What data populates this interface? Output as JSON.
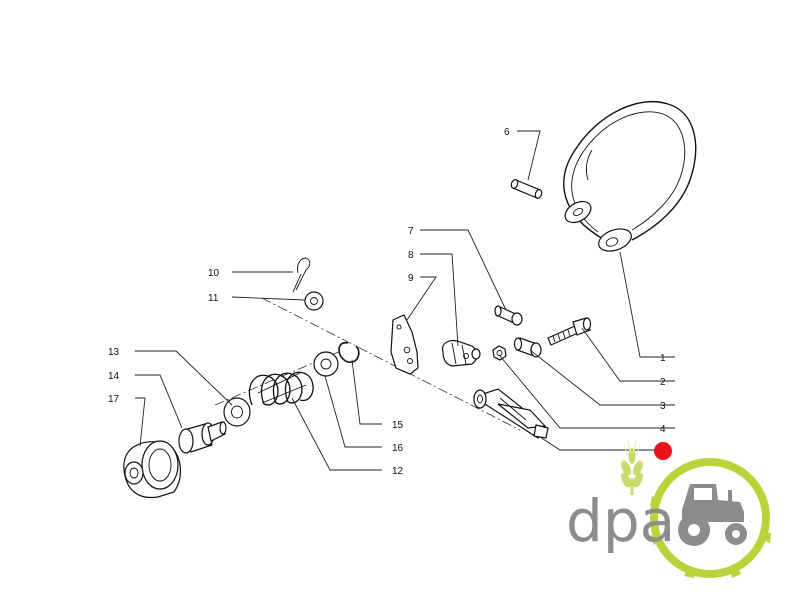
{
  "diagram": {
    "callouts": [
      {
        "id": "1",
        "label": "1"
      },
      {
        "id": "2",
        "label": "2"
      },
      {
        "id": "3",
        "label": "3"
      },
      {
        "id": "4",
        "label": "4"
      },
      {
        "id": "6",
        "label": "6"
      },
      {
        "id": "7",
        "label": "7"
      },
      {
        "id": "8",
        "label": "8"
      },
      {
        "id": "9",
        "label": "9"
      },
      {
        "id": "10",
        "label": "10"
      },
      {
        "id": "11",
        "label": "11"
      },
      {
        "id": "12",
        "label": "12"
      },
      {
        "id": "13",
        "label": "13"
      },
      {
        "id": "14",
        "label": "14"
      },
      {
        "id": "15",
        "label": "15"
      },
      {
        "id": "16",
        "label": "16"
      },
      {
        "id": "17",
        "label": "17"
      }
    ],
    "marker_color": "#e8141c"
  },
  "watermark": {
    "logo_text": "dpa",
    "text_color": "#8c8c8c",
    "accent_color": "#b9d33a",
    "wheat_color": "#c7dc6a",
    "icon": "tractor-gear-icon"
  }
}
